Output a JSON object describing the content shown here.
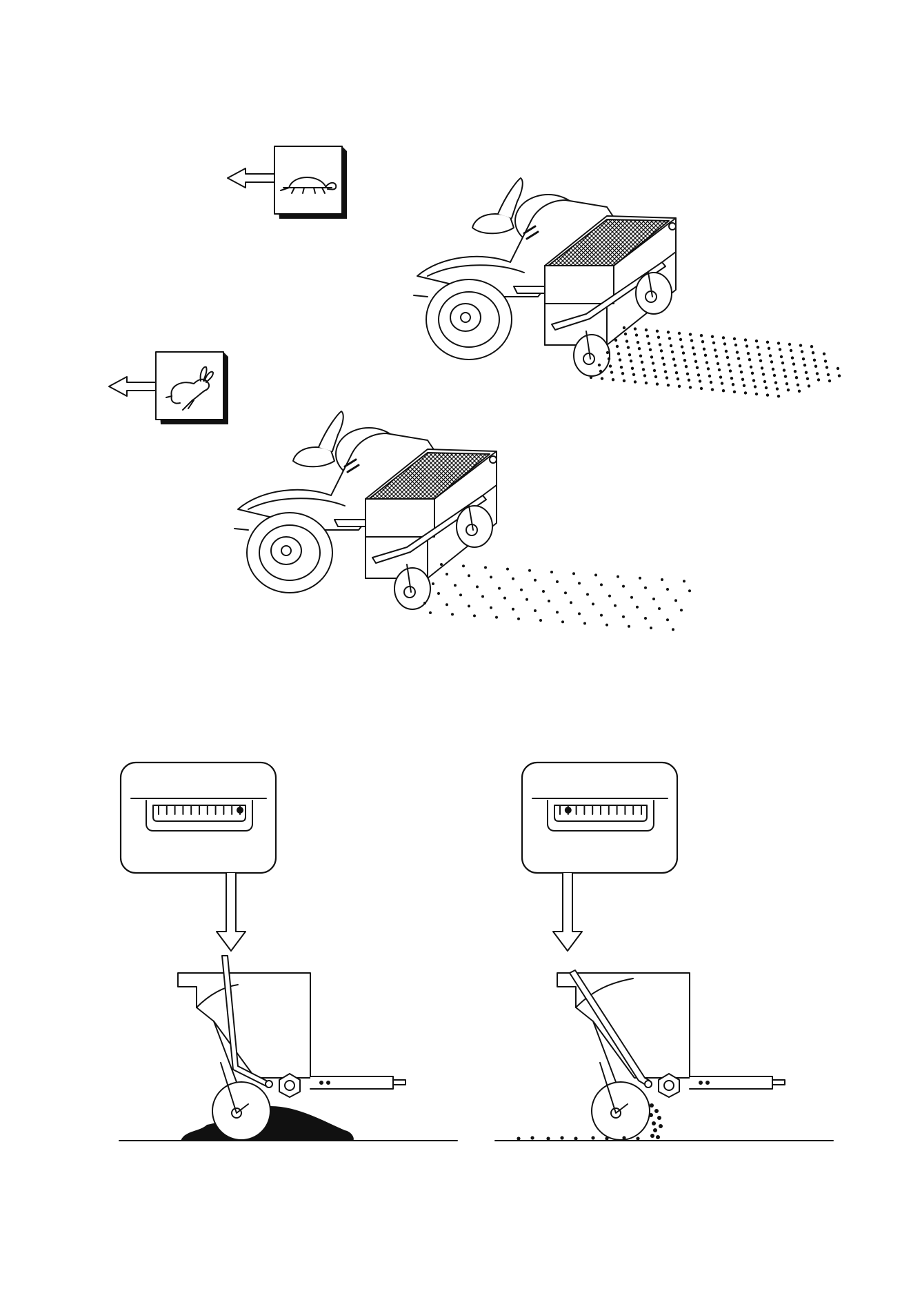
{
  "diagram": {
    "ink_color": "#111111",
    "background_color": "#ffffff",
    "speed_signs": [
      {
        "icon": "tortoise-icon",
        "meaning": "slow"
      },
      {
        "icon": "hare-icon",
        "meaning": "fast"
      }
    ],
    "spreaders": [
      {
        "id": "slow-spreader",
        "dot_density": "dense"
      },
      {
        "id": "fast-spreader",
        "dot_density": "sparse"
      }
    ],
    "setting_gauges": [
      {
        "id": "gauge-max",
        "notches": 11,
        "selected_notch": 11
      },
      {
        "id": "gauge-min",
        "notches": 11,
        "selected_notch": 2
      }
    ]
  }
}
